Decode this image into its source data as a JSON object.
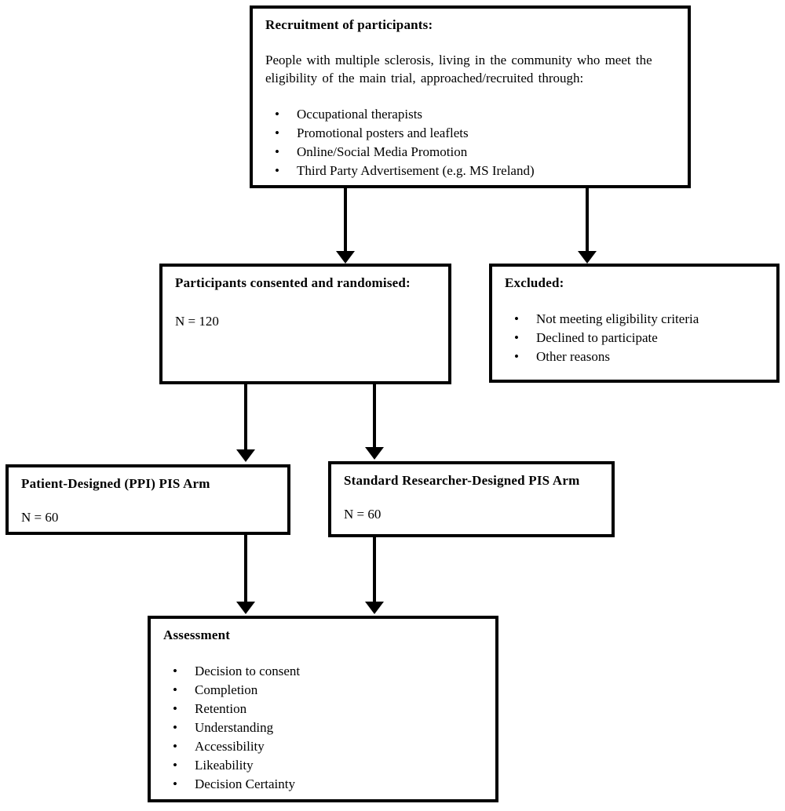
{
  "colors": {
    "border": "#000000",
    "background": "#ffffff",
    "text": "#000000"
  },
  "diagram": {
    "recruitment": {
      "title": "Recruitment of participants:",
      "description": "People with multiple sclerosis, living in the community who meet the eligibility of the main trial, approached/recruited through:",
      "bullets": [
        "Occupational therapists",
        "Promotional posters and leaflets",
        "Online/Social Media Promotion",
        "Third Party Advertisement (e.g. MS Ireland)"
      ]
    },
    "consented": {
      "title": "Participants consented and randomised:",
      "n": "N = 120"
    },
    "excluded": {
      "title": "Excluded:",
      "bullets": [
        "Not meeting eligibility criteria",
        "Declined to participate",
        "Other reasons"
      ]
    },
    "ppi_arm": {
      "title": "Patient-Designed (PPI) PIS Arm",
      "n": "N = 60"
    },
    "standard_arm": {
      "title": "Standard Researcher-Designed PIS Arm",
      "n": "N = 60"
    },
    "assessment": {
      "title": "Assessment",
      "bullets": [
        "Decision to consent",
        "Completion",
        "Retention",
        "Understanding",
        "Accessibility",
        "Likeability",
        "Decision Certainty"
      ]
    }
  }
}
